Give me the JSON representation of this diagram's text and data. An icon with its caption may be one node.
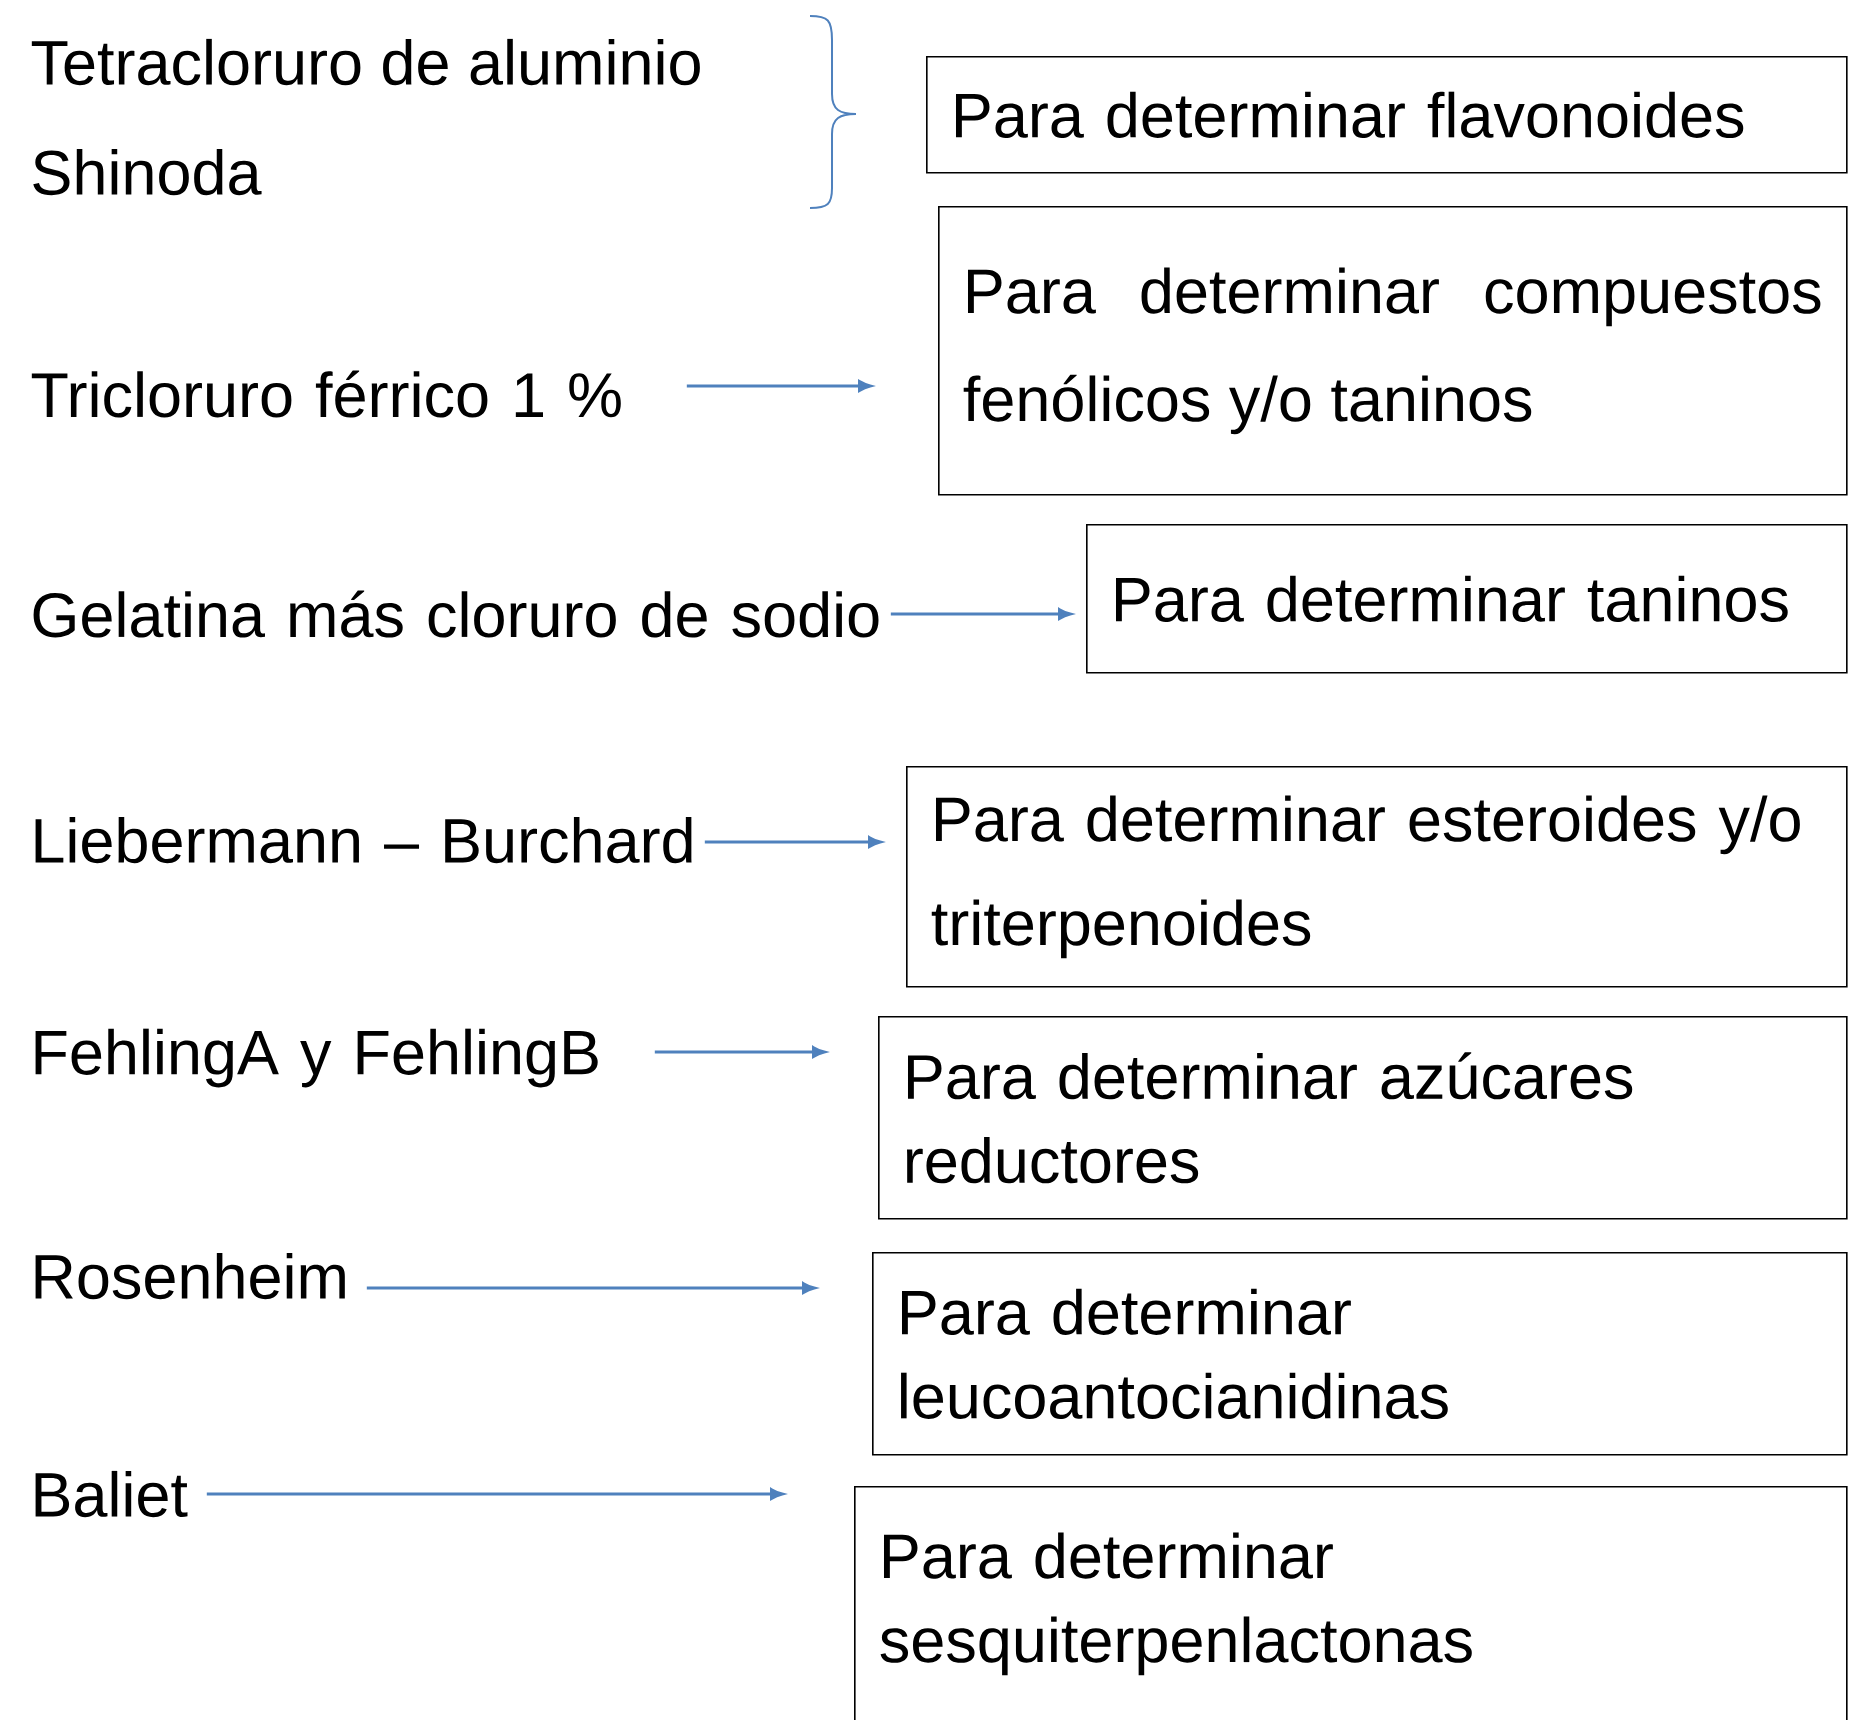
{
  "diagram": {
    "nodes": [
      {
        "text": [
          "Para determinar flavonoides"
        ]
      },
      {
        "text": [
          "Tricloruro férrico 1 %"
        ]
      },
      {
        "text": [
          "Para determinar compuestos fenólicos y/o taninos"
        ]
      },
      {
        "text": [
          "Gelatina más cloruro de sodio"
        ]
      },
      {
        "text": [
          "Para determinar taninos"
        ]
      },
      {
        "text": [
          "Liebermann – Burchard"
        ]
      },
      {
        "text": [
          "Para determinar esteroides y/o triterpenoides"
        ]
      },
      {
        "text": [
          "FehlingA y FehlingB"
        ]
      },
      {
        "text": [
          "Para determinar azúcares reductores"
        ]
      },
      {
        "text": [
          "Rosenheim"
        ]
      },
      {
        "text": [
          "Para determinar leucoantocianidinas"
        ]
      },
      {
        "text": [
          "Baliet"
        ]
      },
      {
        "text": [
          "Para determinar sesquiterpenlactonas"
        ]
      }
    ],
    "edges": [
      {
        "from": 1,
        "to": 2,
        "arrow": "to"
      },
      {
        "from": 3,
        "to": 4,
        "arrow": "to"
      },
      {
        "from": 5,
        "to": 6,
        "arrow": "to"
      },
      {
        "from": 7,
        "to": 8,
        "arrow": "to"
      },
      {
        "from": 9,
        "to": 10,
        "arrow": "to"
      },
      {
        "from": 11,
        "to": 12,
        "arrow": "to"
      }
    ],
    "labels": [
      "Tetracloruro de aluminio",
      "Shinoda"
    ]
  }
}
